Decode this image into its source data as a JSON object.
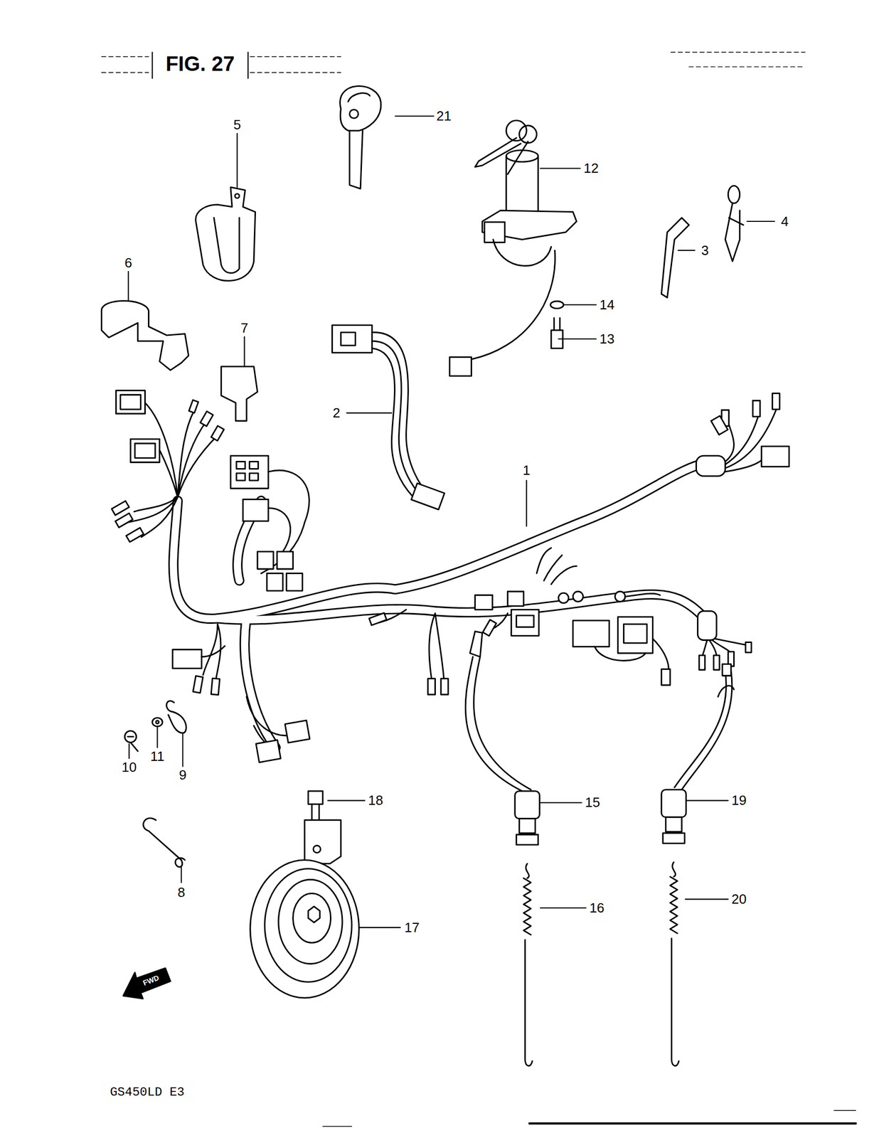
{
  "diagram": {
    "title": "FIG. 27",
    "labels": [
      "5",
      "21",
      "12",
      "4",
      "3",
      "6",
      "14",
      "13",
      "7",
      "2",
      "1",
      "10",
      "11",
      "9",
      "8",
      "18",
      "17",
      "15",
      "19",
      "16",
      "20",
      "FWD",
      "GS450LD E3"
    ]
  }
}
